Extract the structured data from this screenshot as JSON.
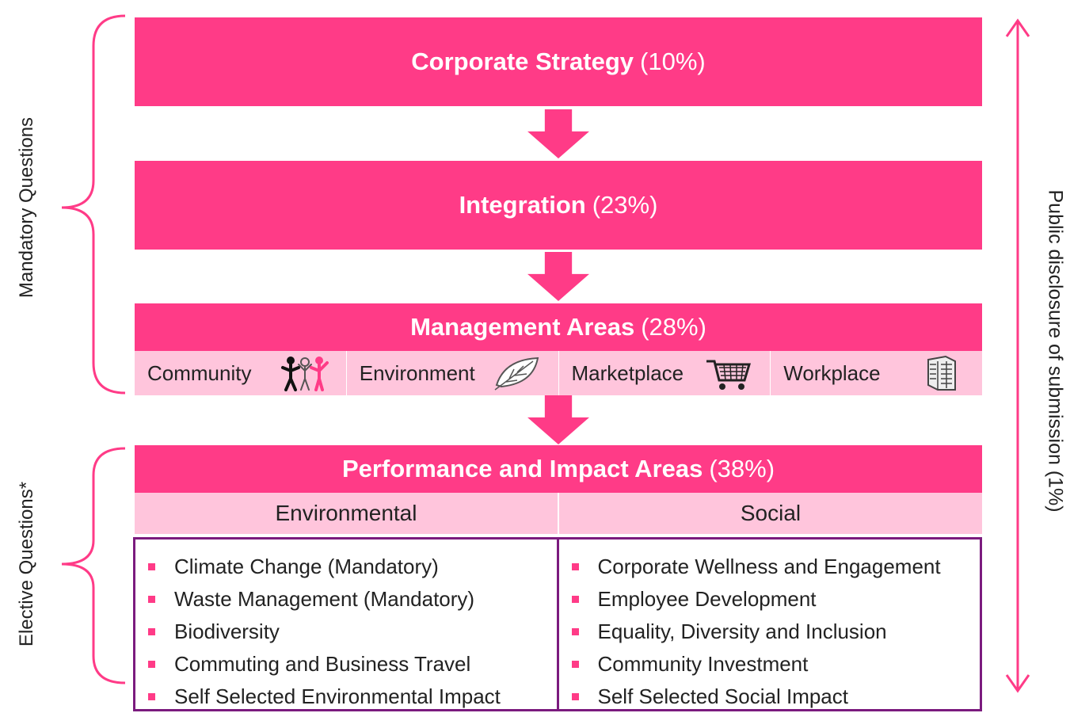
{
  "brackets": {
    "mandatory_label": "Mandatory Questions",
    "elective_label": "Elective Questions*"
  },
  "right_label": "Public disclosure  of submission  (1%)",
  "stages": {
    "corporate_strategy": {
      "label": "Corporate Strategy",
      "pct": "(10%)"
    },
    "integration": {
      "label": "Integration",
      "pct": "(23%)"
    },
    "management_areas": {
      "label": "Management Areas",
      "pct": "(28%)"
    },
    "performance": {
      "label": "Performance and Impact Areas",
      "pct": "(38%)"
    }
  },
  "management_areas": [
    {
      "label": "Community",
      "icon": "people-icon"
    },
    {
      "label": "Environment",
      "icon": "leaf-icon"
    },
    {
      "label": "Marketplace",
      "icon": "shopping-cart-icon"
    },
    {
      "label": "Workplace",
      "icon": "office-building-icon"
    }
  ],
  "performance_columns": {
    "environmental": {
      "heading": "Environmental",
      "items": [
        "Climate Change (Mandatory)",
        "Waste Management (Mandatory)",
        "Biodiversity",
        "Commuting and Business Travel",
        "Self Selected Environmental Impact"
      ]
    },
    "social": {
      "heading": "Social",
      "items": [
        "Corporate Wellness and Engagement",
        "Employee Development",
        "Equality, Diversity  and Inclusion",
        "Community Investment",
        "Self Selected Social Impact"
      ]
    }
  },
  "colors": {
    "accent": "#ff3b87",
    "light_pink": "#ffc5dc",
    "purple_border": "#7b1b7e"
  }
}
